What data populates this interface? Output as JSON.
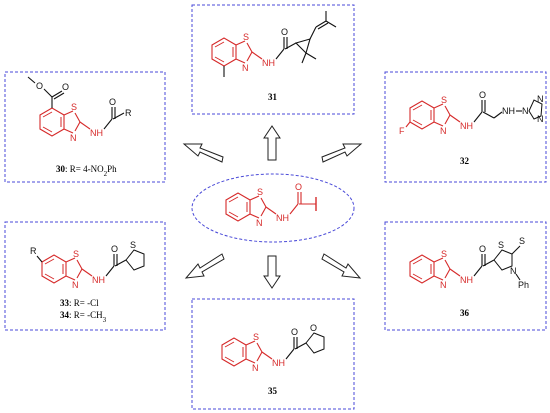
{
  "colors": {
    "box": "#4a4ad8",
    "core": "#d62a2a",
    "black": "#111111",
    "arrow": "#222222"
  },
  "center": {
    "N": "N",
    "S": "S",
    "NH": "NH",
    "O": "O"
  },
  "c30": {
    "S": "S",
    "N": "N",
    "NH": "NH",
    "O1": "O",
    "O2": "O",
    "O3": "O",
    "R": "R",
    "num": "30",
    "caption": ": R= 4-NO",
    "sub": "2",
    "tail": "Ph"
  },
  "c31": {
    "S": "S",
    "N": "N",
    "NH": "NH",
    "O": "O",
    "num": "31"
  },
  "c32": {
    "F": "F",
    "S": "S",
    "N": "N",
    "NH1": "NH",
    "NH2": "NH",
    "O": "O",
    "Nt1": "N",
    "Nt2": "N",
    "Nt3": "N",
    "num": "32"
  },
  "c33": {
    "R": "R",
    "S": "S",
    "N": "N",
    "NH": "NH",
    "O": "O",
    "Sth": "S",
    "num1": "33",
    "cap1": ": R= -Cl",
    "num2": "34",
    "cap2": ": R= -CH",
    "sub2": "3"
  },
  "c35": {
    "S": "S",
    "N": "N",
    "NH": "NH",
    "O": "O",
    "Of": "O",
    "num": "35"
  },
  "c36": {
    "S": "S",
    "N": "N",
    "NH": "NH",
    "O": "O",
    "S2": "S",
    "Sd": "S",
    "N2": "N",
    "Ph": "Ph",
    "num": "36"
  }
}
